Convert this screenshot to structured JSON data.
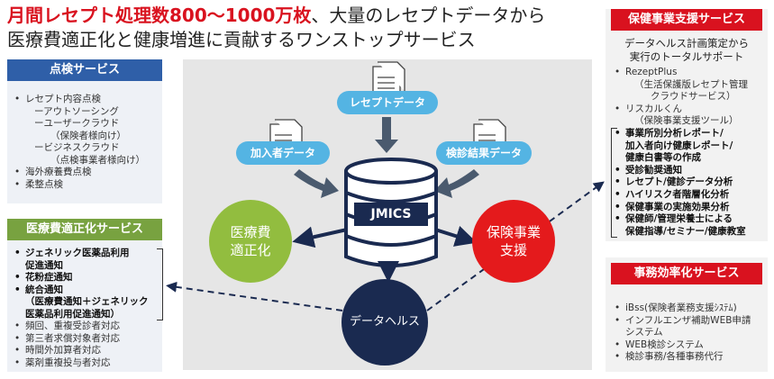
{
  "headline": {
    "red_part": "月間レセプト処理数800〜1000万枚",
    "dark_part": "、大量のレセプトデータから",
    "line2": "医療費適正化と健康増進に貢献するワンストップサービス"
  },
  "inspection": {
    "title": "点検サービス",
    "items": [
      {
        "text": "レセプト内容点検",
        "style": "b"
      },
      {
        "text": "ーアウトソーシング",
        "style": "i1"
      },
      {
        "text": "ーユーザークラウド",
        "style": "i1"
      },
      {
        "text": "（保険者様向け）",
        "style": "i2"
      },
      {
        "text": "ービジネスクラウド",
        "style": "i1"
      },
      {
        "text": "（点検事業者様向け）",
        "style": "i2"
      },
      {
        "text": "海外療養費点検",
        "style": "b"
      },
      {
        "text": "柔整点検",
        "style": "b"
      }
    ]
  },
  "optimization": {
    "title": "医療費適正化サービス",
    "items": [
      {
        "text": "ジェネリック医薬品利用",
        "style": "b bold"
      },
      {
        "text": "促進通知",
        "style": "bold"
      },
      {
        "text": "花粉症通知",
        "style": "b bold"
      },
      {
        "text": "統合通知",
        "style": "b bold"
      },
      {
        "text": "（医療費通知＋ジェネリック",
        "style": "bold"
      },
      {
        "text": "医薬品利用促進通知）",
        "style": "bold"
      },
      {
        "text": "頻回、重複受診者対応",
        "style": "b"
      },
      {
        "text": "第三者求償対象者対応",
        "style": "b"
      },
      {
        "text": "時間外加算者対応",
        "style": "b"
      },
      {
        "text": "薬剤重複投与者対応",
        "style": "b"
      }
    ]
  },
  "health": {
    "title": "保健事業支援サービス",
    "subtitle1": "データヘルス計画策定から",
    "subtitle2": "実行のトータルサポート",
    "items": [
      {
        "text": "RezeptPlus",
        "style": "b"
      },
      {
        "text": "（生活保護版レセプト管理",
        "style": "i1"
      },
      {
        "text": "クラウドサービス）",
        "style": "i2"
      },
      {
        "text": "リスカルくん",
        "style": "b"
      },
      {
        "text": "（保険事業支援ツール）",
        "style": "i1"
      },
      {
        "text": "事業所別分析レポート/",
        "style": "b bold"
      },
      {
        "text": "加入者向け健康レポート/",
        "style": "bold"
      },
      {
        "text": "健康白書等の作成",
        "style": "bold"
      },
      {
        "text": "受診勧奨通知",
        "style": "b bold"
      },
      {
        "text": "レセプト/健診データ分析",
        "style": "b bold"
      },
      {
        "text": "ハイリスク者階層化分析",
        "style": "b bold"
      },
      {
        "text": "保健事業の実施効果分析",
        "style": "b bold"
      },
      {
        "text": "保健師/管理栄養士による",
        "style": "b bold"
      },
      {
        "text": "保健指導/セミナー/健康教室",
        "style": "bold"
      }
    ]
  },
  "efficiency": {
    "title": "事務効率化サービス",
    "items": [
      {
        "text": "iBss(保険者業務支援ｼｽﾃﾑ)",
        "style": "b"
      },
      {
        "text": "インフルエンザ補助WEB申請",
        "style": "b"
      },
      {
        "text": "システム",
        "style": ""
      },
      {
        "text": "WEB検診システム",
        "style": "b"
      },
      {
        "text": "検診事務/各種事務代行",
        "style": "b"
      }
    ]
  },
  "diagram": {
    "receipt_data": "レセプトデータ",
    "member_data": "加入者データ",
    "checkup_data": "検診結果データ",
    "jmics": "JMICS",
    "iryo_line1": "医療費",
    "iryo_line2": "適正化",
    "hoken_line1": "保険事業",
    "hoken_line2": "支援",
    "datahealth": "データヘルス"
  },
  "colors": {
    "blue_header": "#2f5fa8",
    "green_header": "#78a240",
    "red_header": "#d9121f",
    "pill": "#54b4e3",
    "navy": "#1a2a50"
  }
}
